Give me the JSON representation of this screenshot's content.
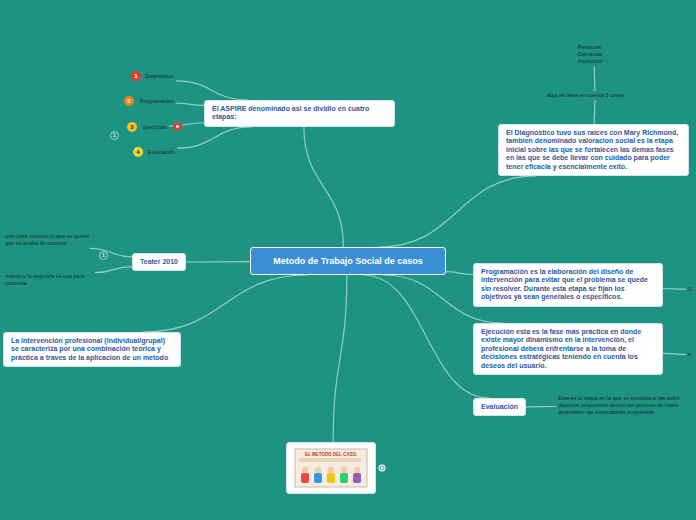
{
  "diagram": {
    "nodes": [
      {
        "text": [
          "Metodo de Trabajo Social de casos"
        ]
      },
      {
        "text": [
          "El ASPIRE denominado asi se dividio en cuatro etapas:"
        ]
      },
      {
        "text": [
          "Diagnóstico"
        ]
      },
      {
        "text": [
          "Programación"
        ]
      },
      {
        "text": [
          "Ejecución"
        ]
      },
      {
        "text": [
          "Evaluación"
        ]
      },
      {
        "text": [
          "El Diagnóstico tuvo sus raices con Mary Richmond, tambien denominado valoracion social es la etapa inicial sobre las que se fortalecen las demas fases en las que se debe llevar con cuidado para poder tener eficacia y esencialmente exito."
        ]
      },
      {
        "text": [
          "aqui se tiene en cuenta 3 cosas :"
        ]
      },
      {
        "text": [
          "Personas Demanda Institución"
        ]
      },
      {
        "text": [
          "Programación es la elaboración del diseño de intervención para evitar que el problema se quede sin resolver. Durante esta etapa se fijan los objetivos ya sean generales o específicos."
        ]
      },
      {
        "text": [
          "S"
        ]
      },
      {
        "text": [
          "Ejecución esta es la fase más práctica en donde existe mayor dinamismo en la intervención, el profesional deberá enfrentarse a la toma de decisiones estratégicas teniendo en cuenta los deseos del usuario."
        ]
      },
      {
        "text": [
          "e"
        ]
      },
      {
        "text": [
          "Evaluación"
        ]
      },
      {
        "text": [
          "Esta es la etapa en la que se constata si las activi objetivos propuestos dentro del proceso de interv alcanzaron las expectativas propuestas."
        ]
      },
      {
        "text": [
          "Teater 2010"
        ]
      },
      {
        "text": [
          "ción para conocer lo que se quiere que se acaba de conocer."
        ]
      },
      {
        "text": [
          "miento y la segunda se usa para concreta."
        ]
      },
      {
        "text": [
          "La intervención profesional (individual/grupal) se caracteriza por una combinación teórica y práctica a traves de la aplicacion de un metodo"
        ]
      },
      {
        "text": [
          "EL METODO DEL CASO."
        ]
      }
    ],
    "edges": [
      {
        "from": 0,
        "to": 1,
        "arrow": "none"
      },
      {
        "from": 1,
        "to": 2,
        "arrow": "none"
      },
      {
        "from": 1,
        "to": 3,
        "arrow": "none"
      },
      {
        "from": 1,
        "to": 4,
        "arrow": "none"
      },
      {
        "from": 1,
        "to": 5,
        "arrow": "none"
      },
      {
        "from": 0,
        "to": 6,
        "arrow": "none"
      },
      {
        "from": 6,
        "to": 7,
        "arrow": "none"
      },
      {
        "from": 7,
        "to": 8,
        "arrow": "none"
      },
      {
        "from": 0,
        "to": 9,
        "arrow": "none"
      },
      {
        "from": 9,
        "to": 10,
        "arrow": "none"
      },
      {
        "from": 0,
        "to": 11,
        "arrow": "none"
      },
      {
        "from": 11,
        "to": 12,
        "arrow": "none"
      },
      {
        "from": 0,
        "to": 13,
        "arrow": "none"
      },
      {
        "from": 13,
        "to": 14,
        "arrow": "none"
      },
      {
        "from": 0,
        "to": 15,
        "arrow": "none"
      },
      {
        "from": 15,
        "to": 16,
        "arrow": "none"
      },
      {
        "from": 15,
        "to": 17,
        "arrow": "none"
      },
      {
        "from": 0,
        "to": 18,
        "arrow": "none"
      },
      {
        "from": 0,
        "to": 19,
        "arrow": "none"
      }
    ],
    "labels": [
      "1",
      "2",
      "3",
      "4",
      "1",
      "1"
    ]
  }
}
